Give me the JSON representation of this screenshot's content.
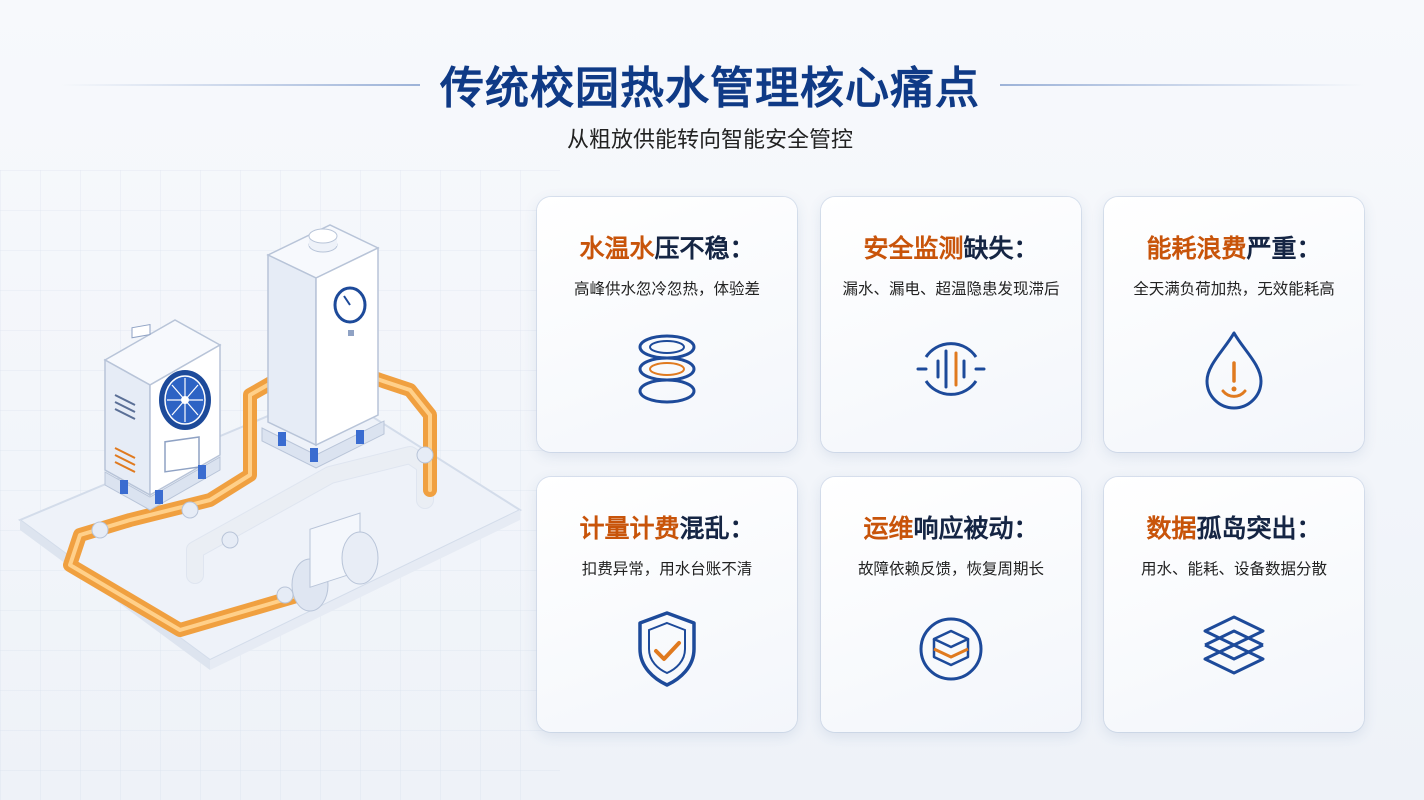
{
  "header": {
    "title": "传统校园热水管理核心痛点",
    "subtitle": "从粗放供能转向智能安全管控"
  },
  "colors": {
    "title_blue": "#0f3a86",
    "accent_orange": "#c8540a",
    "icon_blue": "#1d4a9a",
    "icon_orange": "#e07a1f",
    "pipe_orange": "#f0a040"
  },
  "cards": [
    {
      "title_highlight": "水温水",
      "title_rest": "压不稳：",
      "desc": "高峰供水忽冷忽热，体验差",
      "icon": "stacked-rings-icon"
    },
    {
      "title_highlight": "安全监测",
      "title_rest": "缺失：",
      "desc": "漏水、漏电、超温隐患发现滞后",
      "icon": "signal-wave-icon"
    },
    {
      "title_highlight": "能耗浪费",
      "title_rest": "严重：",
      "desc": "全天满负荷加热，无效能耗高",
      "icon": "water-drop-alert-icon"
    },
    {
      "title_highlight": "计量计费",
      "title_rest": "混乱：",
      "desc": "扣费异常，用水台账不清",
      "icon": "shield-check-icon"
    },
    {
      "title_highlight": "运维",
      "title_rest": "响应被动：",
      "desc": "故障依赖反馈，恢复周期长",
      "icon": "box-circle-icon"
    },
    {
      "title_highlight": "数据",
      "title_rest": "孤岛突出：",
      "desc": "用水、能耗、设备数据分散",
      "icon": "layers-icon"
    }
  ]
}
